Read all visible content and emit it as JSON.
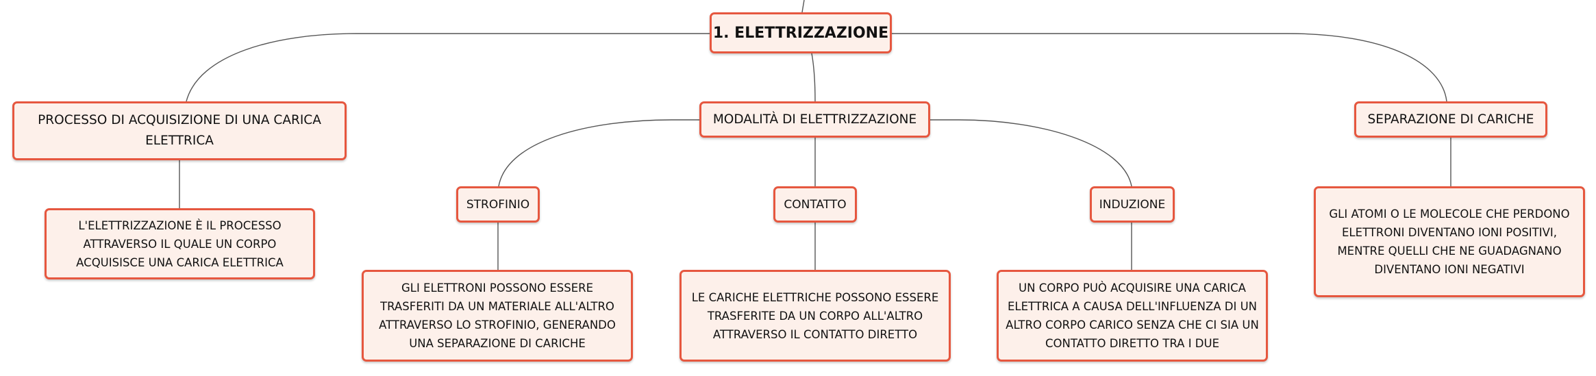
{
  "root": {
    "label": "1. ELETTRIZZAZIONE"
  },
  "branches": {
    "process": {
      "label": "PROCESSO DI ACQUISIZIONE DI UNA CARICA ELETTRICA",
      "detail": "L'ELETTRIZZAZIONE È IL PROCESSO ATTRAVERSO IL QUALE UN CORPO ACQUISISCE UNA CARICA ELETTRICA"
    },
    "modes": {
      "label": "MODALITÀ DI ELETTRIZZAZIONE",
      "children": [
        {
          "label": "STROFINIO",
          "detail": "GLI ELETTRONI POSSONO ESSERE TRASFERITI DA UN MATERIALE ALL'ALTRO ATTRAVERSO LO STROFINIO, GENERANDO UNA SEPARAZIONE DI CARICHE"
        },
        {
          "label": "CONTATTO",
          "detail": "LE CARICHE ELETTRICHE POSSONO ESSERE TRASFERITE DA UN CORPO ALL'ALTRO ATTRAVERSO IL CONTATTO DIRETTO"
        },
        {
          "label": "INDUZIONE",
          "detail": "UN CORPO PUÒ ACQUISIRE UNA CARICA ELETTRICA A CAUSA DELL'INFLUENZA DI UN ALTRO CORPO CARICO SENZA CHE CI SIA UN CONTATTO DIRETTO TRA I DUE"
        }
      ]
    },
    "separation": {
      "label": "SEPARAZIONE DI CARICHE",
      "detail": "GLI ATOMI O LE MOLECOLE CHE PERDONO ELETTRONI DIVENTANO IONI POSITIVI, MENTRE QUELLI CHE NE GUADAGNANO DIVENTANO IONI NEGATIVI"
    }
  },
  "colors": {
    "node_border": "#e6573f",
    "node_fill": "#fdf0ea",
    "connector": "#555555"
  }
}
